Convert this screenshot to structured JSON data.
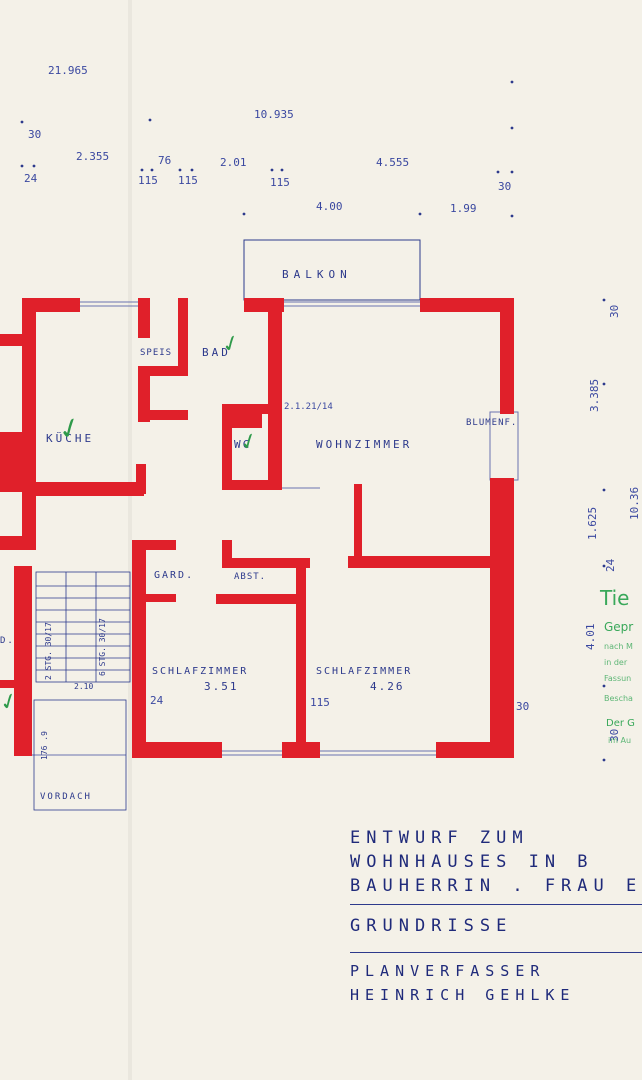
{
  "dimensions": {
    "total_width": "21.965",
    "upper_width": "10.935",
    "seg_2355": "2.355",
    "seg_76": "76",
    "seg_201": "2.01",
    "seg_4555": "4.555",
    "seg_400": "4.00",
    "seg_199": "1.99",
    "d_30_left": "30",
    "d_24": "24",
    "d_115a": "115",
    "d_115b": "115",
    "d_115c": "115",
    "d_30_right": "30",
    "right_30_top": "30",
    "right_3385": "3.385",
    "right_1625": "1.625",
    "right_24": "24",
    "right_1036": "10.36",
    "right_401": "4.01",
    "right_30_bottom": "30",
    "room_24": "24",
    "room_115": "115",
    "room_30": "30",
    "door_2121": "2.1.21/14"
  },
  "rooms": {
    "balkon": "BALKON",
    "speis": "SPEIS",
    "bad": "BAD",
    "kueche": "KÜCHE",
    "wc": "WC",
    "wohnzimmer": "WOHNZIMMER",
    "blumenf": "BLUMENF.",
    "gard": "GARD.",
    "abst": "ABST.",
    "schlaf1": "SCHLAFZIMMER",
    "schlaf1_dim": "3.51",
    "schlaf2": "SCHLAFZIMMER",
    "schlaf2_dim": "4.26",
    "vordach": "VORDACH",
    "d_left": "D.",
    "stairs1": "2 STG. 30/17",
    "stairs2": "6 STG. 30/17",
    "stairs_dim": "2.10",
    "vordach_dim": "176 .9"
  },
  "title_block": {
    "line1": "ENTWURF ZUM",
    "line2": "WOHNHAUSES IN B",
    "line3": "BAUHERRIN . FRAU E",
    "line4": "GRUNDRISSE",
    "line5": "PLANVERFASSER",
    "line6": "HEINRICH GEHLKE"
  },
  "stamp": {
    "heading": "Tie",
    "line1": "Gepr",
    "line2": "nach M",
    "line3": "in der",
    "line4": "Fassun",
    "line5": "Bescha",
    "line6": "Der G",
    "line7": "im Au"
  },
  "colors": {
    "wall_red": "#e0202a",
    "ink_blue": "#2d3a8c",
    "check_green": "#2e9a4a",
    "stamp_green": "#39a85a",
    "paper": "#f4f1e8"
  }
}
